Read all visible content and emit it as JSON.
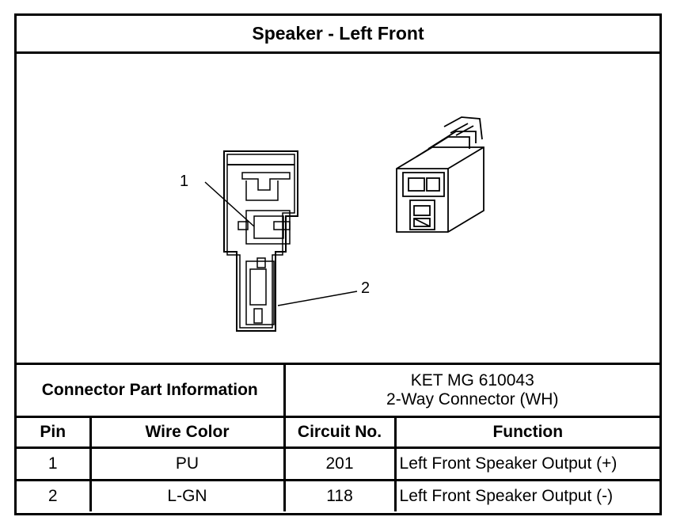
{
  "title": "Speaker - Left Front",
  "callouts": {
    "one": "1",
    "two": "2"
  },
  "connector_info": {
    "label": "Connector Part Information",
    "part_number": "KET MG 610043",
    "description": "2-Way Connector (WH)"
  },
  "table": {
    "headers": {
      "pin": "Pin",
      "wire_color": "Wire Color",
      "circuit": "Circuit No.",
      "function": "Function"
    },
    "rows": [
      {
        "pin": "1",
        "wire_color": "PU",
        "circuit": "201",
        "function": "Left Front Speaker Output (+)"
      },
      {
        "pin": "2",
        "wire_color": "L-GN",
        "circuit": "118",
        "function": "Left Front Speaker Output (-)"
      }
    ]
  }
}
